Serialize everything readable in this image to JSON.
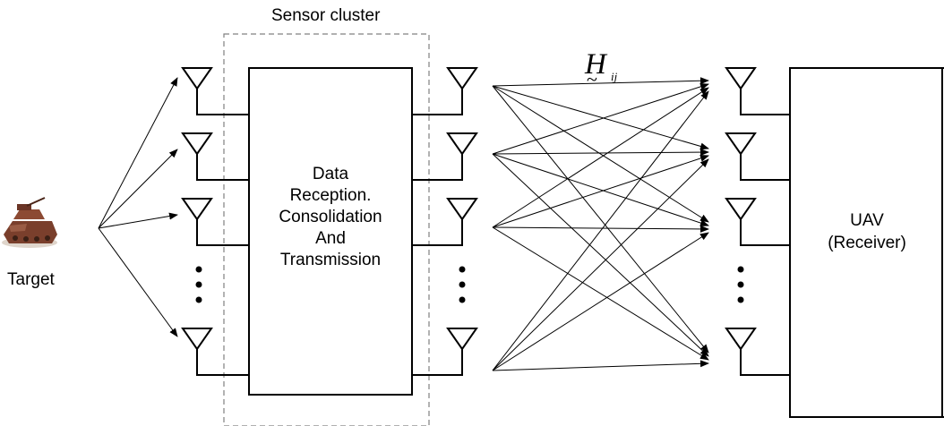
{
  "labels": {
    "sensor_cluster": "Sensor cluster",
    "target": "Target",
    "block_lines": [
      "Data",
      "Reception.",
      "Consolidation",
      "And",
      "Transmission"
    ],
    "receiver_lines": [
      "UAV",
      "(Receiver)"
    ],
    "channel_symbol": "H",
    "channel_subscript": "ij",
    "channel_tilde": "~"
  },
  "icons": {
    "target": "tank-icon",
    "antenna": "antenna-icon",
    "ellipsis": "vertical-dots-icon"
  },
  "colors": {
    "line": "#000000",
    "dashed_box": "#808080",
    "tank_body": "#7a3f2c"
  }
}
